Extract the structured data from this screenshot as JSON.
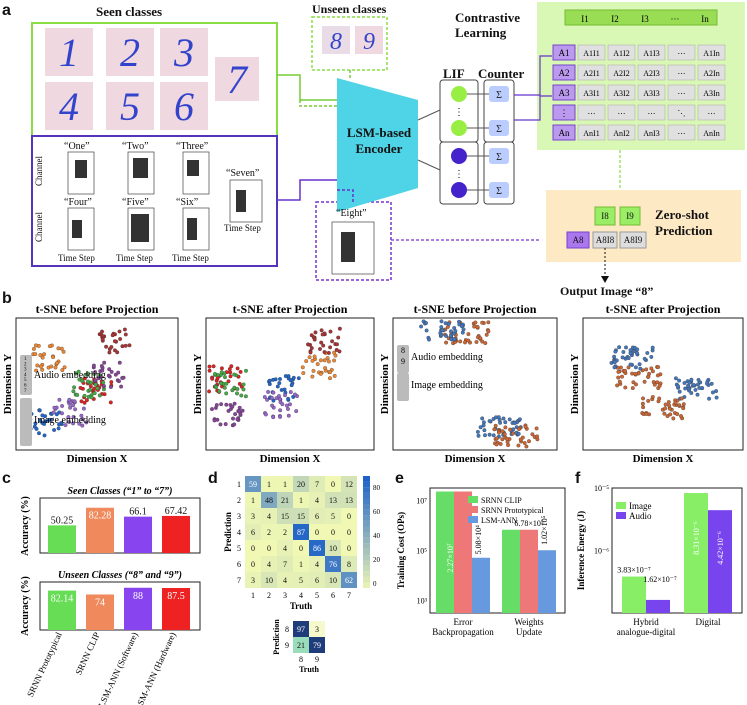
{
  "panel_a": {
    "letter": "a",
    "seen_title": "Seen classes",
    "unseen_title": "Unseen classes",
    "contrastive_title": "Contrastive Learning",
    "lif_label": "LIF",
    "counter_label": "Counter",
    "encoder_label": "LSM-based Encoder",
    "zero_shot_title": "Zero-shot Prediction",
    "output_label": "Output Image “8”",
    "audio_titles": [
      "“One”",
      "“Two”",
      "“Three”",
      "“Four”",
      "“Five”",
      "“Six”",
      "“Seven”"
    ],
    "eight_title": "“Eight”",
    "channel_label": "Channel",
    "time_step_label": "Time Step",
    "seen_digits": [
      "1",
      "2",
      "3",
      "7",
      "4",
      "5",
      "6"
    ],
    "unseen_digits": [
      "8",
      "9"
    ],
    "matrix_header": [
      "I1",
      "I2",
      "I3",
      "···",
      "In"
    ],
    "matrix_rows": [
      "A1",
      "A2",
      "A3",
      "⋮",
      "An"
    ],
    "zero_i": [
      "I8",
      "I9"
    ],
    "zero_a": [
      "A8",
      "A8I8",
      "A8I9"
    ]
  },
  "panel_b": {
    "letter": "b",
    "plots": [
      {
        "title": "t-SNE before Projection",
        "xlabel": "Dimension X",
        "ylabel": "Dimension Y",
        "legend_top": "Audio embedding",
        "legend_bottom": "Image embedding",
        "digits": [
          "1",
          "2",
          "3",
          "4",
          "5",
          "6",
          "7"
        ]
      },
      {
        "title": "t-SNE after Projection",
        "xlabel": "Dimension X",
        "ylabel": "Dimension Y"
      },
      {
        "title": "t-SNE before Projection",
        "xlabel": "Dimension X",
        "ylabel": "Dimension Y",
        "legend_top": "Audio embedding",
        "legend_bottom": "Image embedding",
        "digits": [
          "8",
          "9"
        ]
      },
      {
        "title": "t-SNE after Projection",
        "xlabel": "Dimension X",
        "ylabel": "Dimension Y"
      }
    ]
  },
  "panel_c": {
    "letter": "c",
    "seen_subtitle": "Seen Classes (“1” to “7”)",
    "unseen_subtitle": "Unseen Classes (“8” and “9”)",
    "ylabel": "Accuracy (%)",
    "categories": [
      "SRNN Prototypical",
      "SRNN CLIP",
      "LSM-ANN (Software)",
      "LSM-ANN (Hardware)"
    ],
    "seen_values": [
      50.25,
      82.28,
      66.1,
      67.42
    ],
    "seen_labels": [
      "50.25",
      "82.28",
      "66.1",
      "67.42"
    ],
    "unseen_values": [
      82.14,
      74,
      88,
      87.5
    ],
    "unseen_labels": [
      "82.14",
      "74",
      "88",
      "87.5"
    ],
    "colors": [
      "#66dd55",
      "#f08a5d",
      "#8844ee",
      "#ee2222"
    ]
  },
  "panel_d": {
    "letter": "d",
    "ylabel": "Prediction",
    "xlabel": "Truth",
    "labels": [
      "1",
      "2",
      "3",
      "4",
      "5",
      "6",
      "7"
    ],
    "matrix": [
      [
        59,
        1,
        1,
        20,
        7,
        0,
        12
      ],
      [
        1,
        48,
        21,
        1,
        4,
        13,
        13
      ],
      [
        3,
        4,
        15,
        15,
        6,
        5,
        0
      ],
      [
        6,
        2,
        2,
        87,
        0,
        0,
        0
      ],
      [
        0,
        0,
        4,
        0,
        86,
        10,
        0
      ],
      [
        0,
        4,
        7,
        1,
        4,
        76,
        8
      ],
      [
        3,
        10,
        4,
        5,
        6,
        10,
        62
      ]
    ],
    "colorbar_ticks": [
      "80",
      "60",
      "40",
      "20",
      "0"
    ],
    "small_labels": [
      "8",
      "9"
    ],
    "small_matrix": [
      [
        97,
        3
      ],
      [
        21,
        79
      ]
    ]
  },
  "panel_e": {
    "letter": "e",
    "ylabel": "Training Cost (OPs)",
    "yticks": [
      "10⁷",
      "10⁵",
      "10³"
    ],
    "groups": [
      "Error Backpropagation",
      "Weights Update"
    ],
    "legend": [
      "SRNN CLIP",
      "SRNN Prototypical",
      "LSM-ANN"
    ],
    "colors": [
      "#66dd66",
      "#ee7777",
      "#6699dd"
    ],
    "labels": [
      "2.27×10⁷",
      "5.08×10⁴",
      "6.78×10⁵",
      "1.02×10⁵"
    ],
    "values_log10": [
      [
        7.36,
        7.36,
        4.71
      ],
      [
        5.83,
        5.83,
        5.01
      ]
    ]
  },
  "panel_f": {
    "letter": "f",
    "ylabel": "Inference Energy (J)",
    "yticks": [
      "10⁻⁵",
      "10⁻⁶"
    ],
    "groups": [
      "Hybrid analogue-digital",
      "Digital"
    ],
    "legend": [
      "Image",
      "Audio"
    ],
    "colors": [
      "#88ee66",
      "#7744ee"
    ],
    "labels": [
      "3.83×10⁻⁷",
      "1.62×10⁻⁷",
      "8.31×10⁻⁶",
      "4.42×10⁻⁶"
    ],
    "values": [
      [
        3.83e-07,
        1.62e-07
      ],
      [
        8.31e-06,
        4.42e-06
      ]
    ]
  }
}
